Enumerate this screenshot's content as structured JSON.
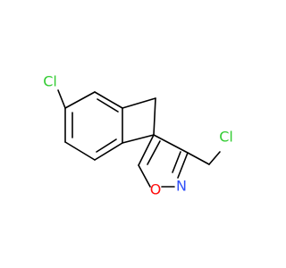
{
  "molecule": {
    "atoms": {
      "cl_ring": {
        "symbol": "Cl",
        "color": "#33cc33"
      },
      "cl_methyl": {
        "symbol": "Cl",
        "color": "#33cc33"
      },
      "oxygen": {
        "symbol": "O",
        "color": "#ff0d0d"
      },
      "nitrogen": {
        "symbol": "N",
        "color": "#3050f8"
      }
    },
    "bond_color": "#000000"
  }
}
